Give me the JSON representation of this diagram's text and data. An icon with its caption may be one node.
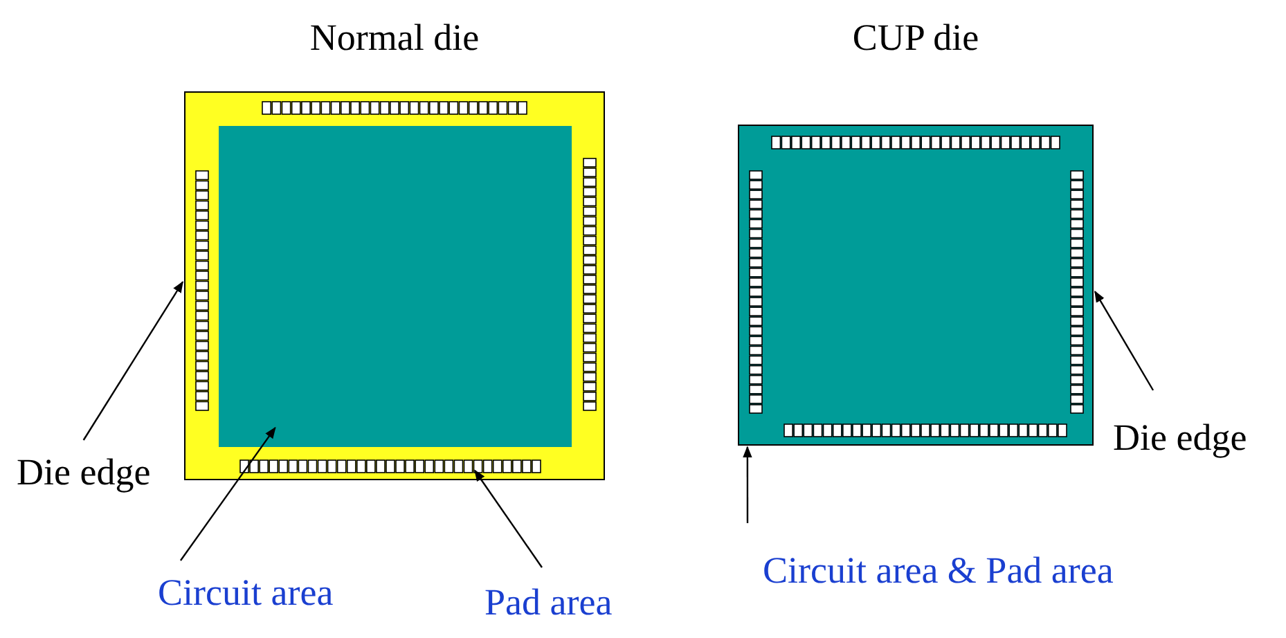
{
  "diagram": {
    "nodes": [
      {
        "text": [
          "Normal die"
        ]
      },
      {
        "text": [],
        "shape": "box",
        "in": 0
      },
      {
        "text": [],
        "shape": "bar",
        "in": 0
      },
      {
        "text": [
          "Die edge"
        ]
      },
      {
        "text": [
          "Circuit area"
        ]
      },
      {
        "text": [
          "Pad area"
        ]
      },
      {
        "text": [
          "CUP die"
        ]
      },
      {
        "text": [
          "Die edge"
        ]
      },
      {
        "text": [
          "Circuit area & Pad area"
        ]
      }
    ],
    "edges": [
      {
        "from": 3,
        "to": 0,
        "arrow": "to"
      },
      {
        "from": 4,
        "to": 1,
        "arrow": "to"
      },
      {
        "from": 5,
        "to": 2,
        "arrow": "to"
      },
      {
        "from": 7,
        "to": 6,
        "arrow": "to"
      },
      {
        "from": 8,
        "to": 6,
        "arrow": "to"
      }
    ]
  }
}
